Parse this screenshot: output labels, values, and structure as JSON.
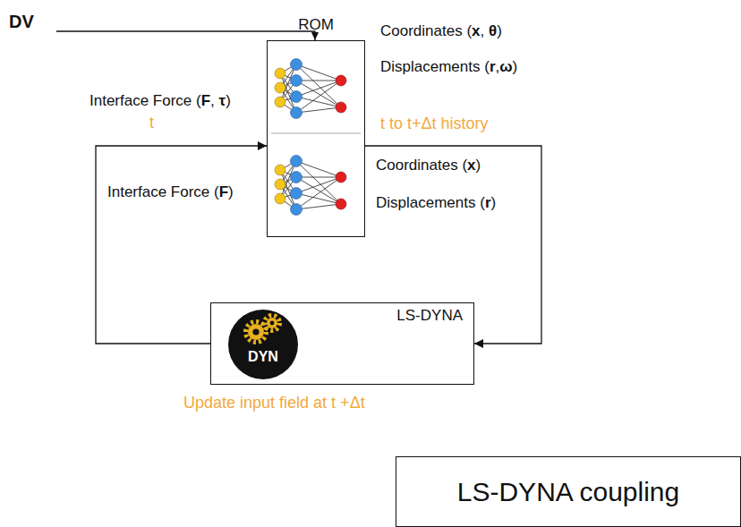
{
  "diagram": {
    "nodes": [
      {
        "text": [
          "ROM"
        ]
      },
      {
        "text": [
          "LS-DYNA"
        ]
      },
      {
        "text": [
          "DYN"
        ],
        "in": 1
      },
      {
        "text": [
          "LS-DYNA coupling"
        ]
      }
    ],
    "edges": [
      {
        "from": 0,
        "to": 1,
        "arrow": "to"
      },
      {
        "from": 1,
        "to": 0,
        "arrow": "to"
      }
    ],
    "labels": [
      "DV",
      "Interface Force (F, τ)",
      "t",
      "Interface Force (F)",
      "Coordinates (x, θ)",
      "Displacements (r,ω)",
      "t to t+Δt history",
      "Coordinates (x)",
      "Displacements (r)",
      "Update input field at t +Δt"
    ]
  }
}
